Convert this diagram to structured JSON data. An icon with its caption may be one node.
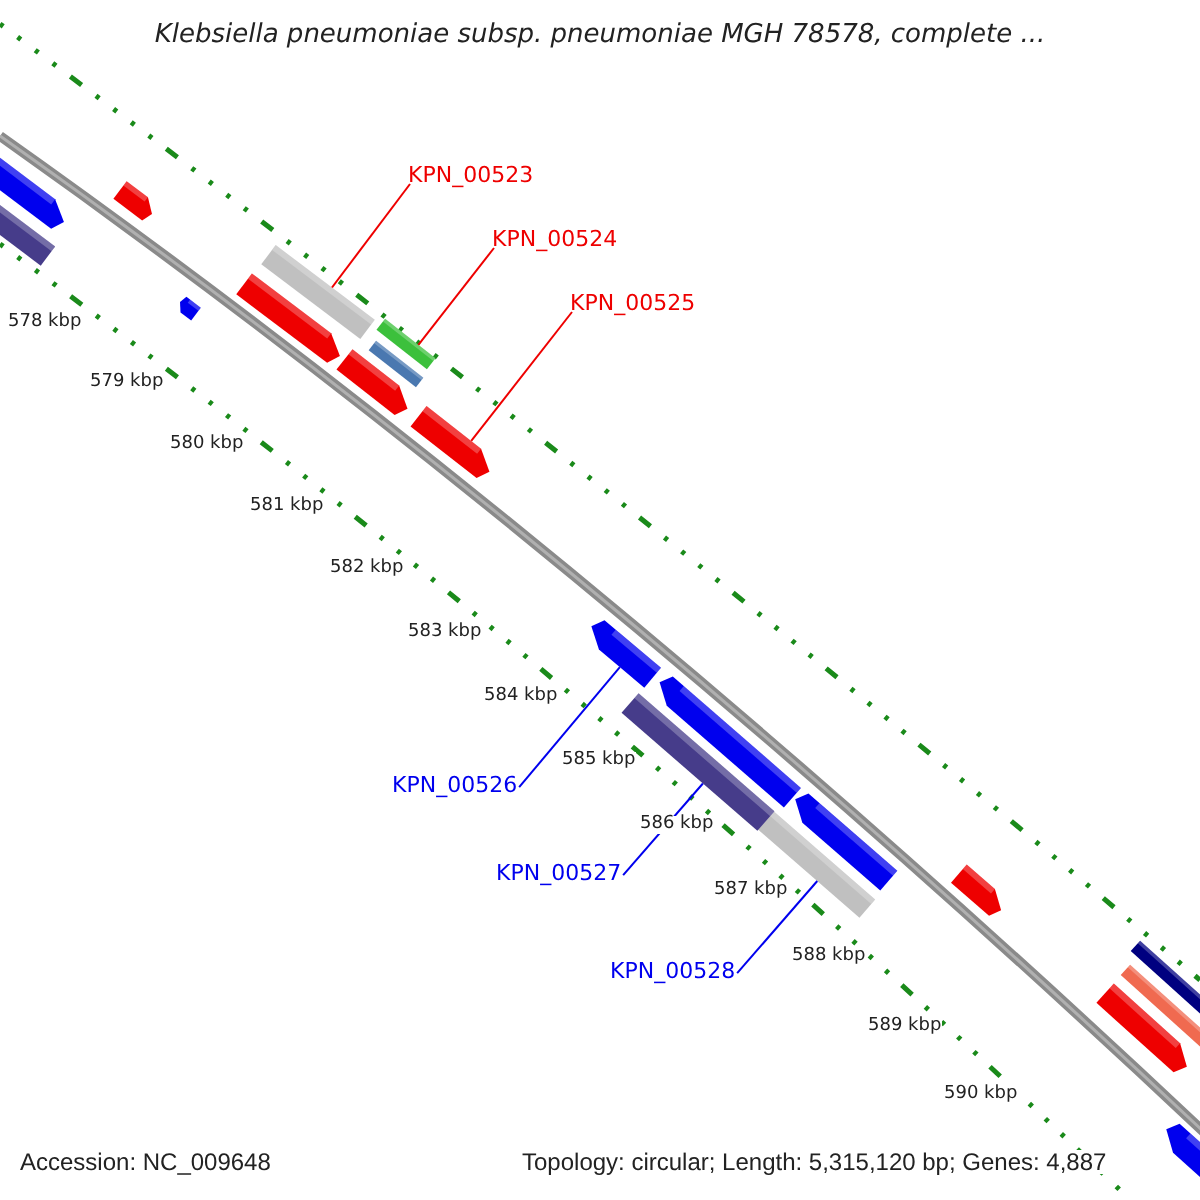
{
  "diagram": {
    "title": "Klebsiella pneumoniae subsp. pneumoniae MGH 78578, complete ...",
    "nodes": [
      {
        "text": [
          "KPN_00523"
        ]
      },
      {
        "text": [
          "KPN_00524"
        ]
      },
      {
        "text": [
          "KPN_00525"
        ]
      },
      {
        "text": [],
        "shape": "bar"
      },
      {
        "text": [],
        "shape": "bar"
      },
      {
        "text": [],
        "shape": "arrow"
      },
      {
        "text": [
          "KPN_00526"
        ]
      },
      {
        "text": [
          "KPN_00527"
        ]
      },
      {
        "text": [
          "KPN_00528"
        ]
      },
      {
        "text": [],
        "shape": "arrow"
      },
      {
        "text": [],
        "shape": "bar"
      },
      {
        "text": [],
        "shape": "bar"
      },
      {
        "text": [],
        "shape": "arrow"
      },
      {
        "text": [],
        "shape": "bar"
      },
      {
        "text": [],
        "shape": "arrow"
      },
      {
        "text": [],
        "shape": "arrow"
      },
      {
        "text": [],
        "shape": "arrow"
      },
      {
        "text": [],
        "shape": "bar"
      },
      {
        "text": [],
        "shape": "arrow"
      },
      {
        "text": [],
        "shape": "arrow"
      },
      {
        "text": [],
        "shape": "arrow"
      },
      {
        "text": [],
        "shape": "arrow"
      },
      {
        "text": [],
        "shape": "bar"
      },
      {
        "text": [],
        "shape": "bar"
      },
      {
        "text": [],
        "shape": "arrow"
      },
      {
        "text": [],
        "shape": "arrow"
      }
    ],
    "edges": [
      {
        "from": 0,
        "to": 3,
        "arrow": "none"
      },
      {
        "from": 1,
        "to": 4,
        "arrow": "none"
      },
      {
        "from": 2,
        "to": 5,
        "arrow": "none"
      },
      {
        "from": 6,
        "to": 9,
        "arrow": "none",
        "color": "#0000ee"
      },
      {
        "from": 7,
        "to": 10,
        "arrow": "none",
        "color": "#0000ee"
      },
      {
        "from": 8,
        "to": 11,
        "arrow": "none",
        "color": "#0000ee"
      }
    ],
    "labels": [
      "578 kbp",
      "579 kbp",
      "580 kbp",
      "581 kbp",
      "582 kbp",
      "583 kbp",
      "584 kbp",
      "585 kbp",
      "586 kbp",
      "587 kbp",
      "588 kbp",
      "589 kbp",
      "590 kbp",
      "Accession: NC_009648",
      "Topology: circular; Length: 5,315,120 bp; Genes: 4,887"
    ]
  }
}
